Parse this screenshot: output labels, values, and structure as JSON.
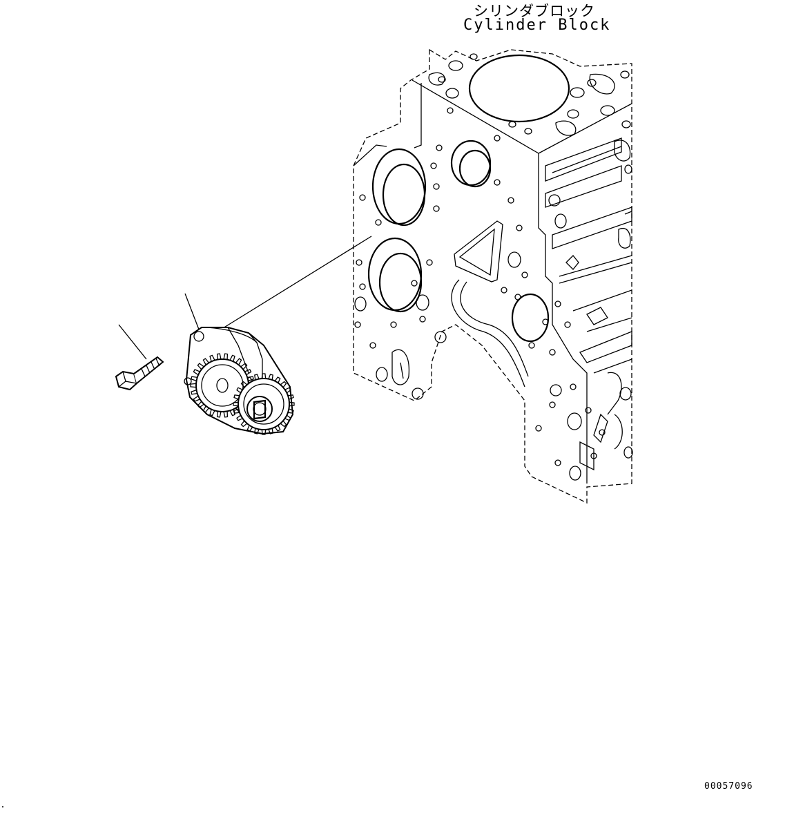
{
  "drawing": {
    "label_jp": "シリンダブロック",
    "label_en": "Cylinder Block",
    "figure_id": "00057096"
  },
  "colors": {
    "line": "#000000",
    "background": "#ffffff"
  }
}
